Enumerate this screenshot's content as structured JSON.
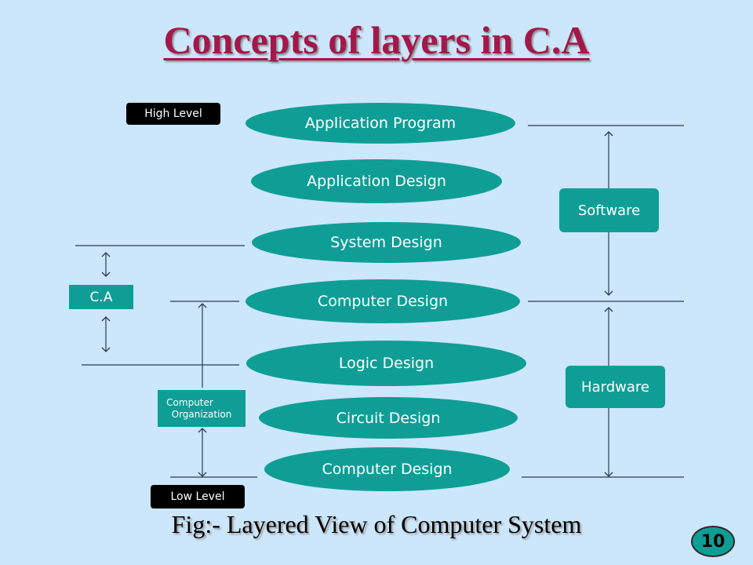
{
  "slide": {
    "title": "Concepts of layers in C.A",
    "caption": "Fig:- Layered View of Computer System",
    "page_number": "10"
  },
  "layers": [
    "Application  Program",
    "Application Design",
    "System Design",
    "Computer Design",
    "Logic Design",
    "Circuit Design",
    "Computer Design"
  ],
  "labels": {
    "high_level": "High Level",
    "low_level": "Low Level",
    "ca": "C.A",
    "computer_organization_line1": "Computer",
    "computer_organization_line2": "Organization",
    "software": "Software",
    "hardware": "Hardware"
  },
  "colors": {
    "background": "#cce6fb",
    "layer_fill": "#0f9e96",
    "title": "#a3184a",
    "tag_fill": "#000000"
  }
}
